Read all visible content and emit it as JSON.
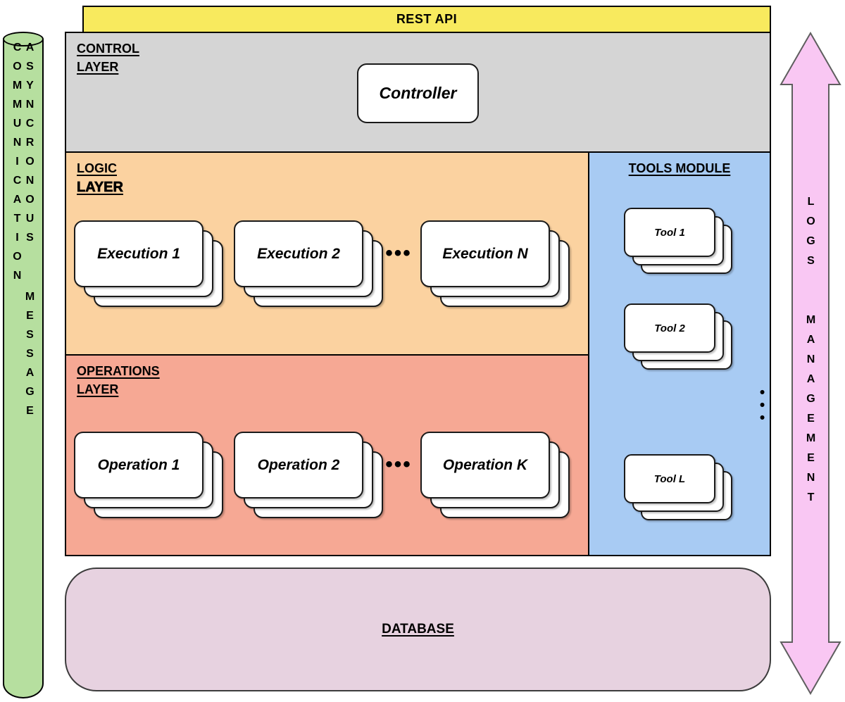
{
  "colors": {
    "rest_api": "#f8ea5e",
    "control_layer": "#d5d5d5",
    "logic_layer": "#fbd2a0",
    "operations_layer": "#f6a894",
    "tools_module": "#a8cbf3",
    "async_bar": "#b6df9f",
    "database": "#e7d2e0",
    "logs_arrow": "#f9c7f3",
    "card": "#ffffff",
    "border": "#000000"
  },
  "rest_api": {
    "label": "REST API"
  },
  "async_bar": {
    "text": "ASYNCRONOUS MESSAGE COMMUNICATION"
  },
  "logs_arrow": {
    "text": "LOGS MANAGEMENT"
  },
  "control_layer": {
    "label_line1": "CONTROL",
    "label_line2": "LAYER",
    "controller_label": "Controller"
  },
  "logic_layer": {
    "label_line1": "LOGIC",
    "label_line2": "LAYER",
    "cards": [
      {
        "label": "Execution 1"
      },
      {
        "label": "Execution 2"
      },
      {
        "label": "Execution N"
      }
    ],
    "ellipsis": "•••"
  },
  "tools_module": {
    "title": "TOOLS MODULE",
    "cards": [
      {
        "label": "Tool 1"
      },
      {
        "label": "Tool 2"
      },
      {
        "label": "Tool L"
      }
    ],
    "ellipsis": "•••"
  },
  "operations_layer": {
    "label_line1": "OPERATIONS",
    "label_line2": "LAYER",
    "cards": [
      {
        "label": "Operation 1"
      },
      {
        "label": "Operation 2"
      },
      {
        "label": "Operation K"
      }
    ],
    "ellipsis": "•••"
  },
  "database": {
    "label": "DATABASE"
  }
}
